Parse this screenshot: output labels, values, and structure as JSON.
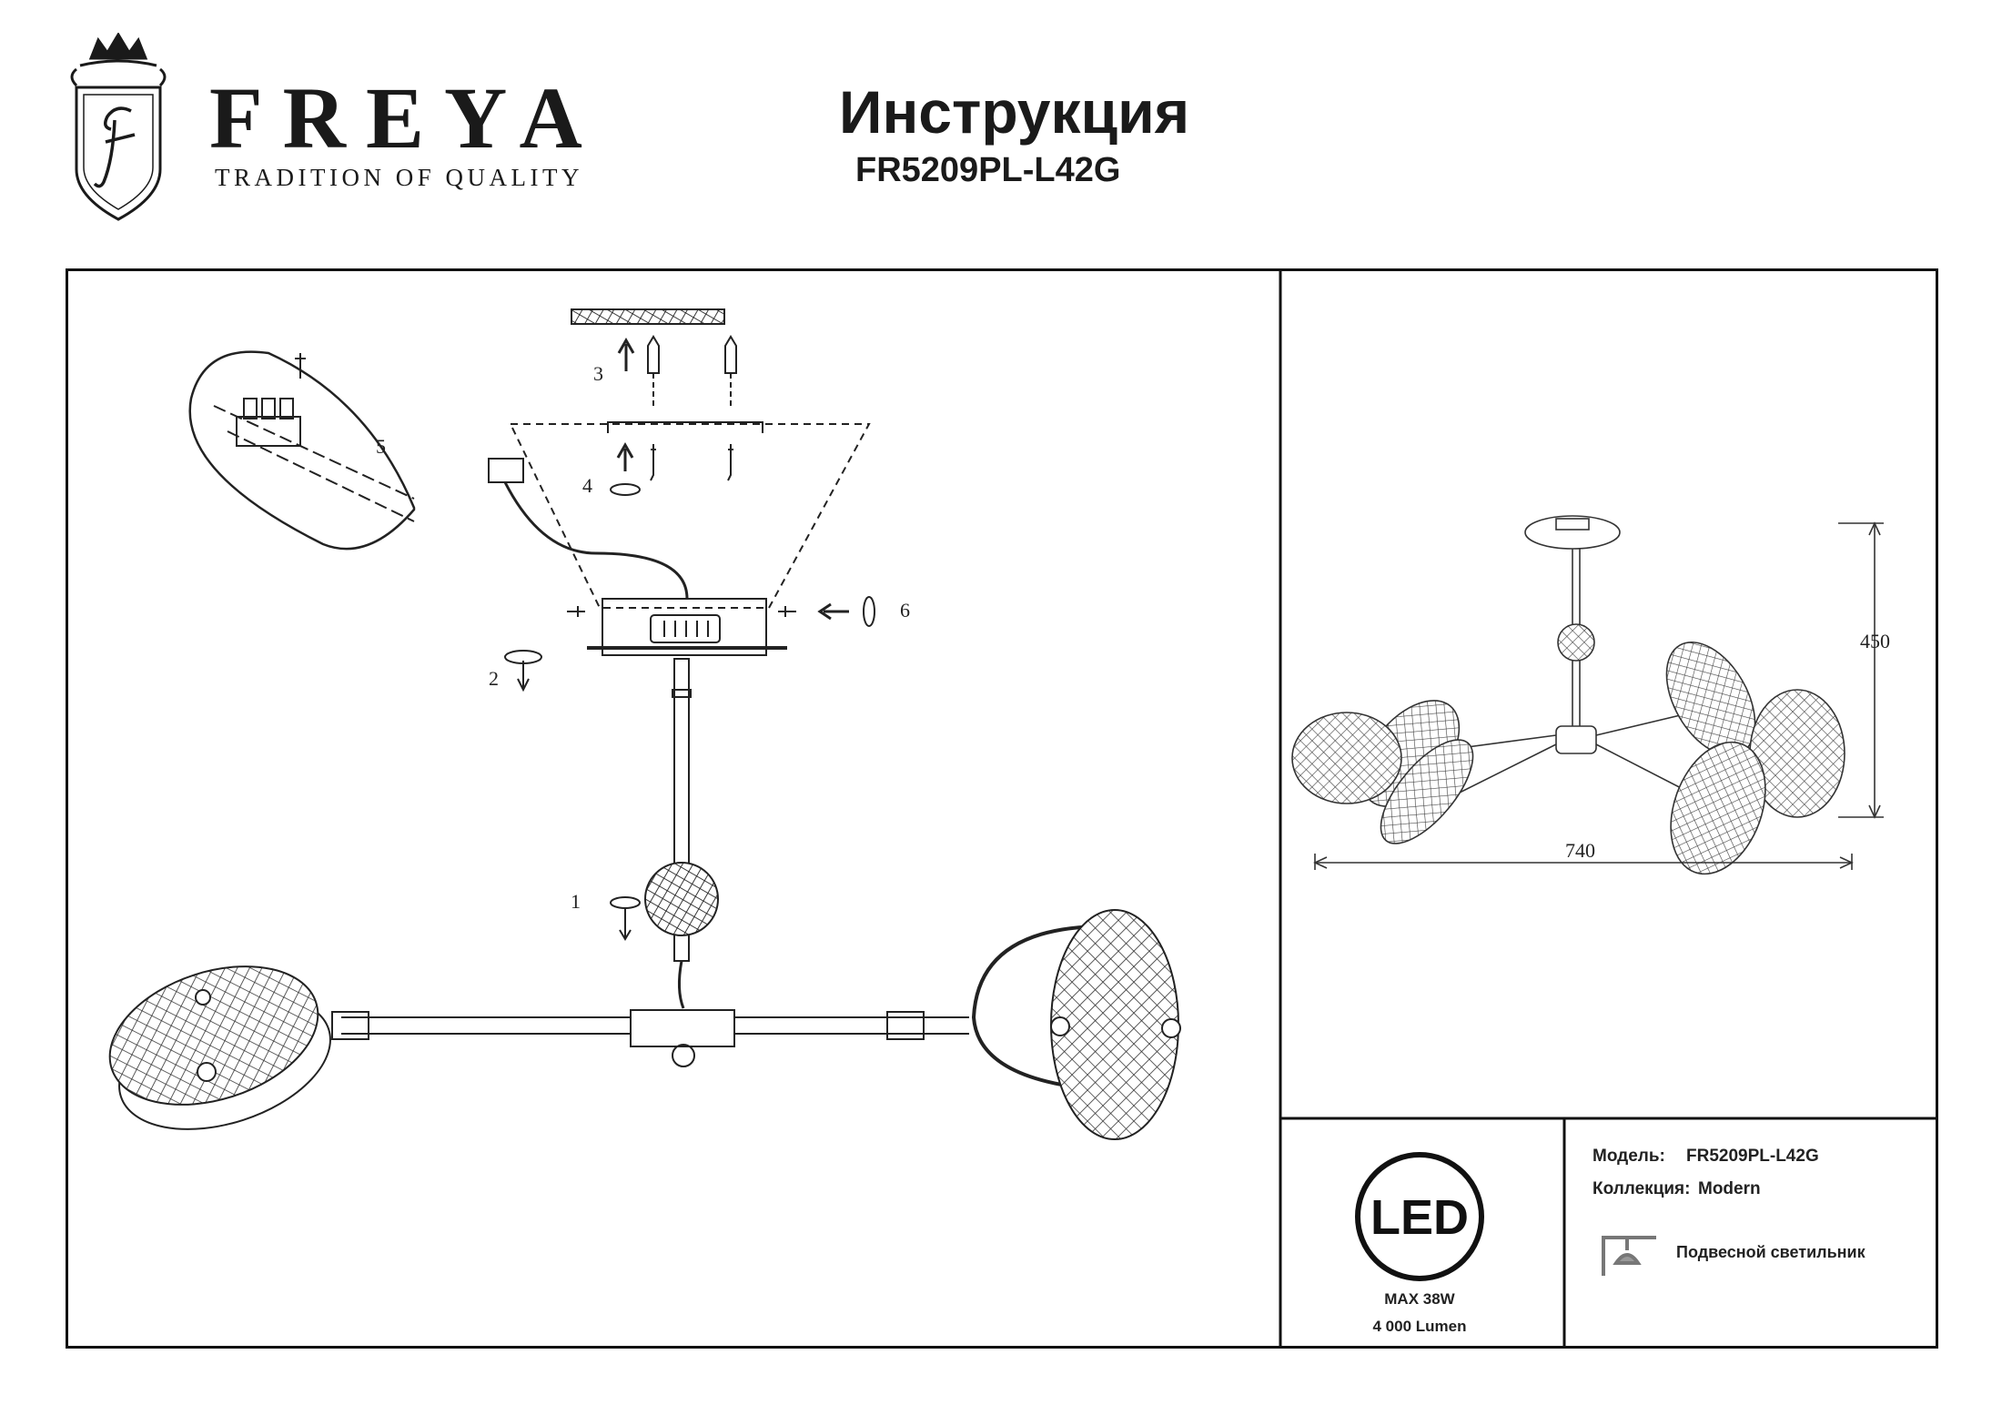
{
  "header": {
    "brand_name": "FREYA",
    "brand_tagline": "TRADITION OF QUALITY",
    "title": "Инструкция",
    "model_code": "FR5209PL-L42G"
  },
  "assembly": {
    "step_labels": [
      "1",
      "2",
      "3",
      "4",
      "5",
      "6"
    ]
  },
  "dimensions": {
    "height_label": "450",
    "width_label": "740"
  },
  "specs": {
    "model_label": "Модель:",
    "model_value": "FR5209PL-L42G",
    "collection_label": "Коллекция:",
    "collection_value": "Modern",
    "type_label": "Подвесной светильник",
    "led_label": "LED",
    "power": "MAX 38W",
    "lumen": "4 000 Lumen"
  }
}
